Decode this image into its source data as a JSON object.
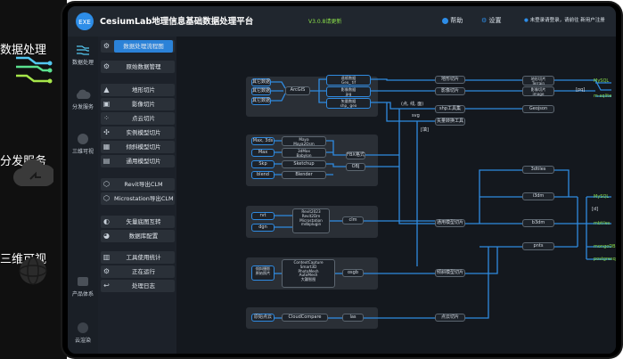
{
  "left_nav": {
    "items": [
      {
        "label": "数据处理",
        "icon": "data-processing-icon"
      },
      {
        "label": "分发服务",
        "icon": "cloud-distribution-icon"
      },
      {
        "label": "三维可视",
        "icon": "globe-3d-icon"
      }
    ]
  },
  "titlebar": {
    "app_name": "CesiumLab地理信息基础数据处理平台",
    "version": "V3.0.8请更新",
    "help": "帮助",
    "settings": "设置",
    "user": "未登录请登录，请前往 新用户注册"
  },
  "icon_rail": {
    "items": [
      {
        "label": "数据处理"
      },
      {
        "label": "分发服务"
      },
      {
        "label": "三维可视"
      },
      {
        "label": "产品体系"
      },
      {
        "label": "云渲染"
      }
    ]
  },
  "menu": {
    "items": [
      {
        "label": "数据处理流程图",
        "icon": "gear-icon",
        "active": true
      },
      {
        "label": "原始数据管理",
        "icon": "gear-icon"
      },
      {
        "label": "地形切片",
        "icon": "terrain-icon"
      },
      {
        "label": "影像切片",
        "icon": "image-icon"
      },
      {
        "label": "点云切片",
        "icon": "pointcloud-icon"
      },
      {
        "label": "实例模型切片",
        "icon": "instance-icon"
      },
      {
        "label": "倾斜模型切片",
        "icon": "oblique-icon"
      },
      {
        "label": "通用模型切片",
        "icon": "model-icon"
      },
      {
        "label": "Revit导出CLM",
        "icon": "revit-icon"
      },
      {
        "label": "Microstation导出CLM",
        "icon": "microstation-icon"
      },
      {
        "label": "矢量底图互转",
        "icon": "vector-icon"
      },
      {
        "label": "数据库配置",
        "icon": "database-icon"
      },
      {
        "label": "工具使用统计",
        "icon": "stats-icon"
      },
      {
        "label": "正在运行",
        "icon": "running-icon"
      },
      {
        "label": "处理日志",
        "icon": "log-icon"
      }
    ]
  },
  "flow": {
    "inputs1": [
      "其它数据",
      "其它数据",
      "其它数据"
    ],
    "arcgis": "ArcGIS",
    "mid1": [
      "遥感数据\nGeo_ tif",
      "影像数据\njpg",
      "矢量数据\nshp_ geo"
    ],
    "out1": [
      "地形切片",
      "影像切片",
      "shp工具集"
    ],
    "res1": [
      "地形切片\nTerrain",
      "影像切片\nimage",
      "Geojson"
    ],
    "tag_row1": "[pq]",
    "vector_label": "(点, 线, 面)",
    "svg_label": "svg",
    "diamond_label": "矢量转换工具",
    "left_tag": "[填]",
    "mesh_inputs": [
      "Max, 3ds",
      "Max",
      "Skp",
      "blend"
    ],
    "mesh_apps": [
      "Maya\nMaya2Osm",
      "3dMax\nBabylon",
      "Sketchup",
      "Blender"
    ],
    "mesh_fmt": [
      "FBX格式",
      "OBJ"
    ],
    "general_tile": "通用模型切片",
    "bim_inputs": [
      "rvt",
      "dgn"
    ],
    "bim_apps": "Revit2023\nRevit2Dm\nMicrostation\nmdbplugin",
    "bim_fmt": "clm",
    "oblique_input": "倾斜摄影\n原始照片",
    "oblique_apps": "ContextCapture\nSmart3D\nPhotoMesh\nAutoMesh\n大疆智图",
    "oblique_fmt": "osgb",
    "oblique_tile": "倾斜模型切片",
    "pc_input": "原始点云",
    "pc_app": "CloudCompare",
    "pc_fmt": "las",
    "pc_tile": "点云切片",
    "mid_nodes": [
      "3dtiles",
      "i3dm",
      "b3dm",
      "pnts"
    ],
    "mid_tag": "[d]",
    "end_labels": [
      "MySQL",
      "m-sqlite",
      "MySQL",
      "mbtiles",
      "mongoDB",
      "postgresql"
    ]
  }
}
